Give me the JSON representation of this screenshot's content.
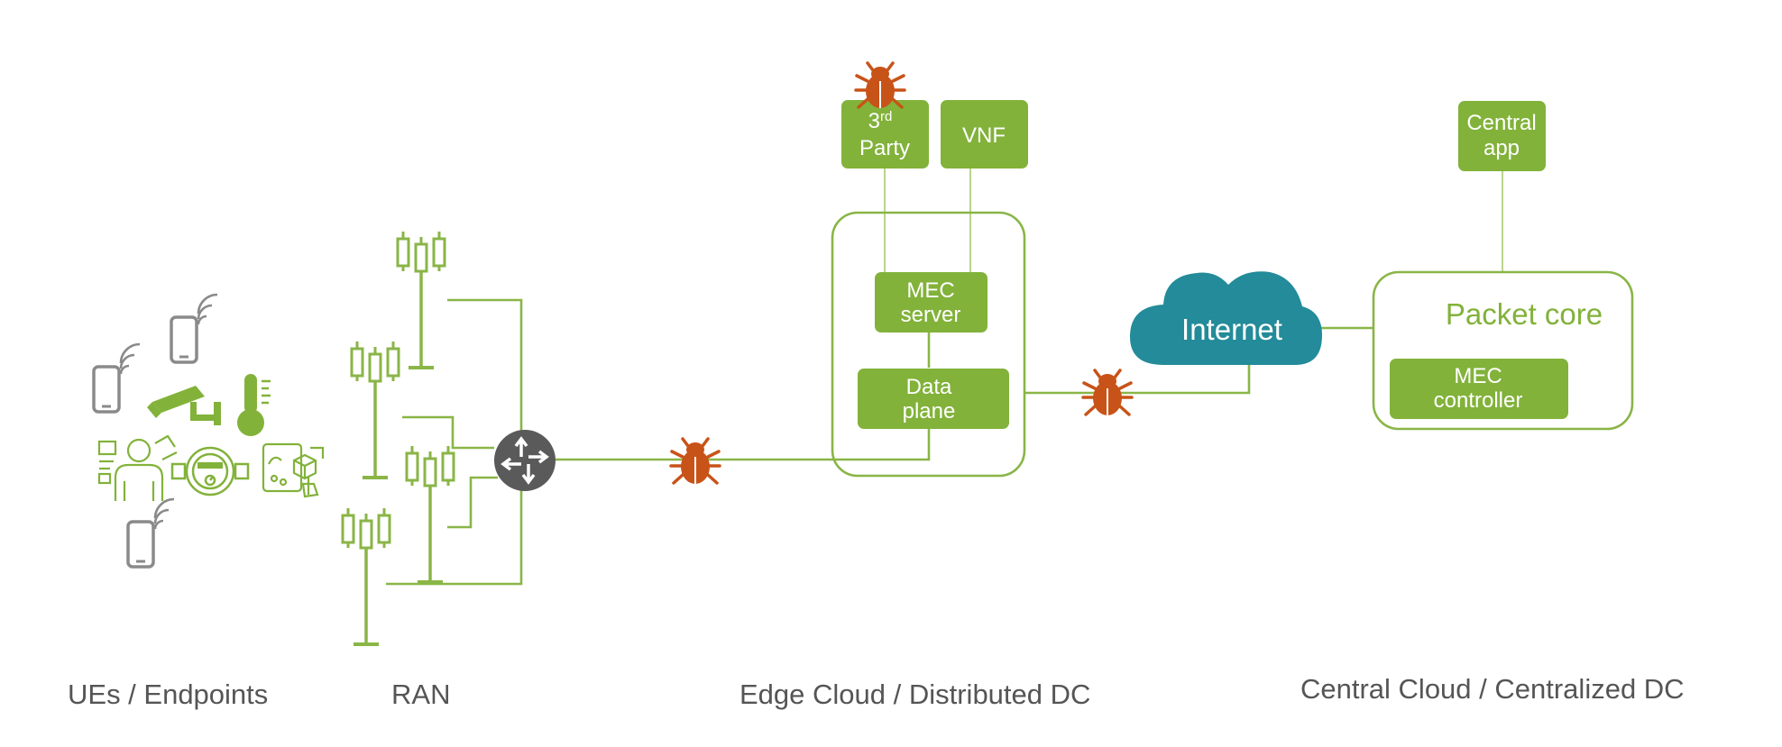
{
  "colors": {
    "green": "#82b23a",
    "line": "#8ab547",
    "bug": "#c85318",
    "cloud": "#238b99",
    "router": "#5a5a5a",
    "text": "#555555",
    "device": "#8a8a8a"
  },
  "boxes": {
    "third_party_sup": "3",
    "third_party_sup_suffix": "rd",
    "third_party_line2": "Party",
    "vnf": "VNF",
    "mec_server_l1": "MEC",
    "mec_server_l2": "server",
    "data_plane_l1": "Data",
    "data_plane_l2": "plane",
    "central_app_l1": "Central",
    "central_app_l2": "app",
    "mec_controller_l1": "MEC",
    "mec_controller_l2": "controller"
  },
  "cloud": {
    "label": "Internet"
  },
  "packet_core": {
    "label": "Packet core"
  },
  "sections": {
    "endpoints": "UEs / Endpoints",
    "ran": "RAN",
    "edge": "Edge Cloud / Distributed DC",
    "central": "Central Cloud / Centralized DC"
  },
  "icons": [
    "smartphone-icon",
    "wifi-signal-icon",
    "security-camera-icon",
    "thermometer-icon",
    "person-ar-icon",
    "water-meter-icon",
    "ar-tablet-icon",
    "cell-tower-icon",
    "router-icon",
    "bug-icon",
    "cloud-icon"
  ]
}
